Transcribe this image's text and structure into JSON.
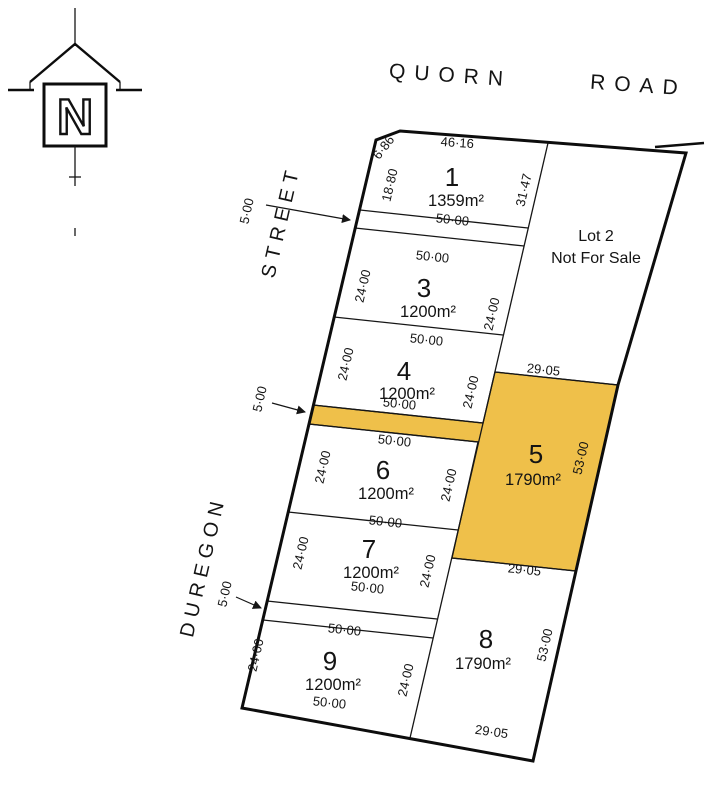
{
  "plan": {
    "road": {
      "word1": "QUORN",
      "word2": "ROAD"
    },
    "side_street": {
      "name": "DUREGON",
      "type": "STREET"
    },
    "north_letter": "N",
    "lot2": {
      "name": "Lot 2",
      "note": "Not For Sale"
    },
    "lots": {
      "lot1": {
        "number": "1",
        "area": "1359m²"
      },
      "lot3": {
        "number": "3",
        "area": "1200m²"
      },
      "lot4": {
        "number": "4",
        "area": "1200m²"
      },
      "lot5": {
        "number": "5",
        "area": "1790m²"
      },
      "lot6": {
        "number": "6",
        "area": "1200m²"
      },
      "lot7": {
        "number": "7",
        "area": "1200m²"
      },
      "lot8": {
        "number": "8",
        "area": "1790m²"
      },
      "lot9": {
        "number": "9",
        "area": "1200m²"
      }
    },
    "dims": {
      "d50": "50·00",
      "d24": "24·00",
      "d29": "29·05",
      "d53": "53·00",
      "d5": "5·00",
      "d686": "6·86",
      "d4616": "46·16",
      "d1880": "18·80",
      "d3147": "31·47"
    },
    "colors": {
      "highlight": "#EFC04A"
    }
  }
}
